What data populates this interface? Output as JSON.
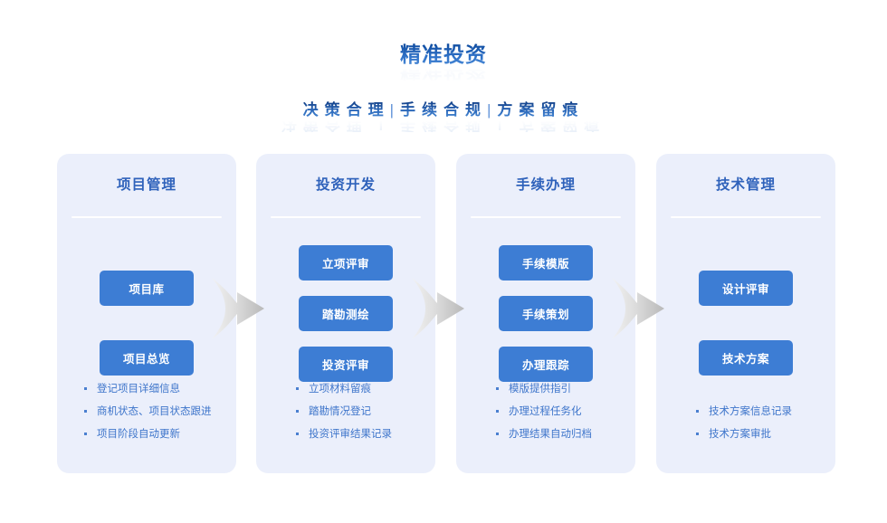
{
  "header": {
    "title": "精准投资",
    "subtitle_parts": [
      "决策合理",
      "|",
      "手续合规",
      "|",
      "方案留痕"
    ],
    "subtitle_full": "决策合理 | 手续合规 | 方案留痕"
  },
  "colors": {
    "brand_blue": "#3d7dd4",
    "title_blue": "#2f62bb",
    "card_background": "#ebeffb",
    "bullet_blue": "#4a7fd0",
    "arrow_gray": "#c9c9c9",
    "page_background": "#ffffff"
  },
  "cards": [
    {
      "title": "项目管理",
      "buttons": [
        "项目库",
        "项目总览"
      ],
      "bullets": [
        "登记项目详细信息",
        "商机状态、项目状态跟进",
        "项目阶段自动更新"
      ]
    },
    {
      "title": "投资开发",
      "buttons": [
        "立项评审",
        "踏勘测绘",
        "投资评审"
      ],
      "bullets": [
        "立项材料留痕",
        "踏勘情况登记",
        "投资评审结果记录"
      ]
    },
    {
      "title": "手续办理",
      "buttons": [
        "手续模版",
        "手续策划",
        "办理跟踪"
      ],
      "bullets": [
        "模版提供指引",
        "办理过程任务化",
        "办理结果自动归档"
      ]
    },
    {
      "title": "技术管理",
      "buttons": [
        "设计评审",
        "技术方案"
      ],
      "bullets": [
        "技术方案信息记录",
        "技术方案审批"
      ]
    }
  ],
  "connectors": [
    {
      "name": "arrow-right-icon"
    },
    {
      "name": "arrow-right-icon"
    },
    {
      "name": "arrow-right-icon"
    }
  ]
}
